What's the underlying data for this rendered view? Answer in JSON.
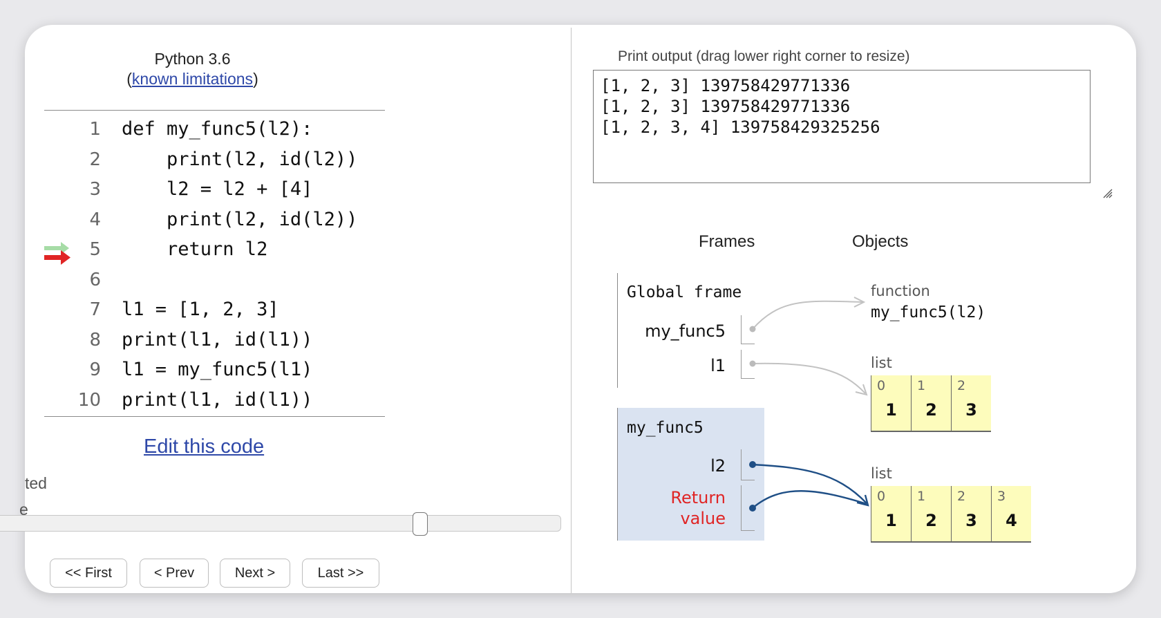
{
  "header": {
    "language": "Python 3.6",
    "paren_open": "(",
    "limitations_link": "known limitations",
    "paren_close": ")"
  },
  "code": {
    "lines": [
      {
        "num": "1",
        "text": "def my_func5(l2):"
      },
      {
        "num": "2",
        "text": "    print(l2, id(l2))"
      },
      {
        "num": "3",
        "text": "    l2 = l2 + [4]"
      },
      {
        "num": "4",
        "text": "    print(l2, id(l2))"
      },
      {
        "num": "5",
        "text": "    return l2"
      },
      {
        "num": "6",
        "text": ""
      },
      {
        "num": "7",
        "text": "l1 = [1, 2, 3]"
      },
      {
        "num": "8",
        "text": "print(l1, id(l1))"
      },
      {
        "num": "9",
        "text": "l1 = my_func5(l1)"
      },
      {
        "num": "10",
        "text": "print(l1, id(l1))"
      }
    ],
    "edit_link": "Edit this code",
    "partial_1": "ted",
    "partial_2": "e"
  },
  "controls": {
    "first": "<< First",
    "prev": "< Prev",
    "next": "Next >",
    "last": "Last >>"
  },
  "print_output": {
    "header": "Print output (drag lower right corner to resize)",
    "lines": [
      "[1, 2, 3] 139758429771336",
      "[1, 2, 3] 139758429771336",
      "[1, 2, 3, 4] 139758429325256"
    ]
  },
  "viz": {
    "frames_header": "Frames",
    "objects_header": "Objects",
    "global_frame": {
      "title": "Global frame",
      "vars": [
        "my_func5",
        "l1"
      ]
    },
    "stack_frame": {
      "title": "my_func5",
      "var": "l2",
      "return_1": "Return",
      "return_2": "value"
    },
    "function_obj": {
      "label": "function",
      "name": "my_func5(l2)"
    },
    "list1": {
      "label": "list",
      "indices": [
        "0",
        "1",
        "2"
      ],
      "values": [
        "1",
        "2",
        "3"
      ]
    },
    "list2": {
      "label": "list",
      "indices": [
        "0",
        "1",
        "2",
        "3"
      ],
      "values": [
        "1",
        "2",
        "3",
        "4"
      ]
    }
  },
  "colors": {
    "link": "#2e48a8",
    "prev_arrow": "#a6dca6",
    "current_arrow": "#e02525",
    "stack_frame_bg": "#dae3f1",
    "list_bg": "#fdfcbc",
    "active_pointer": "#1f4f86",
    "inactive_pointer": "#bbbbbb",
    "return_label": "#e02525"
  }
}
